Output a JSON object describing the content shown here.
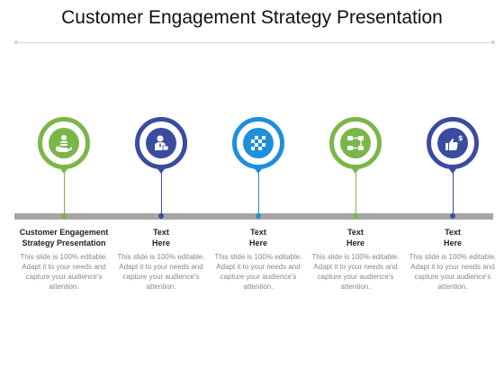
{
  "title": "Customer Engagement Strategy Presentation",
  "colors": {
    "green": "#7ab648",
    "navy": "#3b4ba0",
    "blue": "#1f8fdb",
    "timeline": "#a6a6a6"
  },
  "steps": [
    {
      "icon": "money-hand-icon",
      "color": "green",
      "heading": "Customer Engagement Strategy Presentation",
      "body": "This slide is 100% editable. Adapt it to your needs and capture your audience's attention."
    },
    {
      "icon": "businessman-icon",
      "color": "navy",
      "heading": "Text Here",
      "body": "This slide is 100% editable. Adapt it to your needs and capture your audience's attention."
    },
    {
      "icon": "checkerboard-icon",
      "color": "blue",
      "heading": "Text Here",
      "body": "This slide is 100% editable. Adapt it to your needs and capture your audience's attention."
    },
    {
      "icon": "workflow-icon",
      "color": "green",
      "heading": "Text Here",
      "body": "This slide is 100% editable. Adapt it to your needs and capture your audience's attention."
    },
    {
      "icon": "thumbs-up-dollar-icon",
      "color": "navy",
      "heading": "Text Here",
      "body": "This slide is 100% editable. Adapt it to your needs and capture your audience's attention."
    }
  ]
}
